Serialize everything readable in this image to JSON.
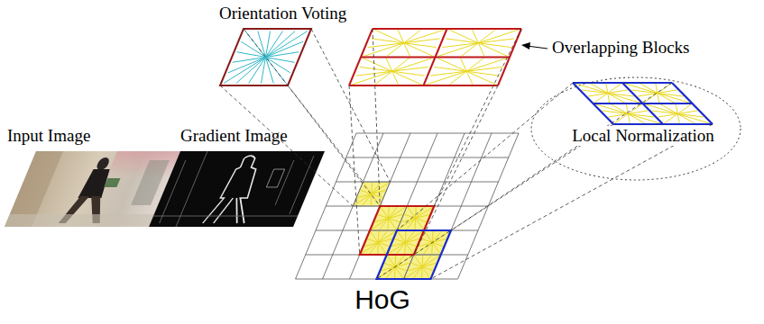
{
  "diagram": {
    "caption": "HoG",
    "nodes": [
      {
        "text": [
          "Local Normalization"
        ]
      }
    ],
    "labels": [
      "Orientation Voting",
      "Overlapping Blocks",
      "Input Image",
      "Gradient Image"
    ]
  }
}
